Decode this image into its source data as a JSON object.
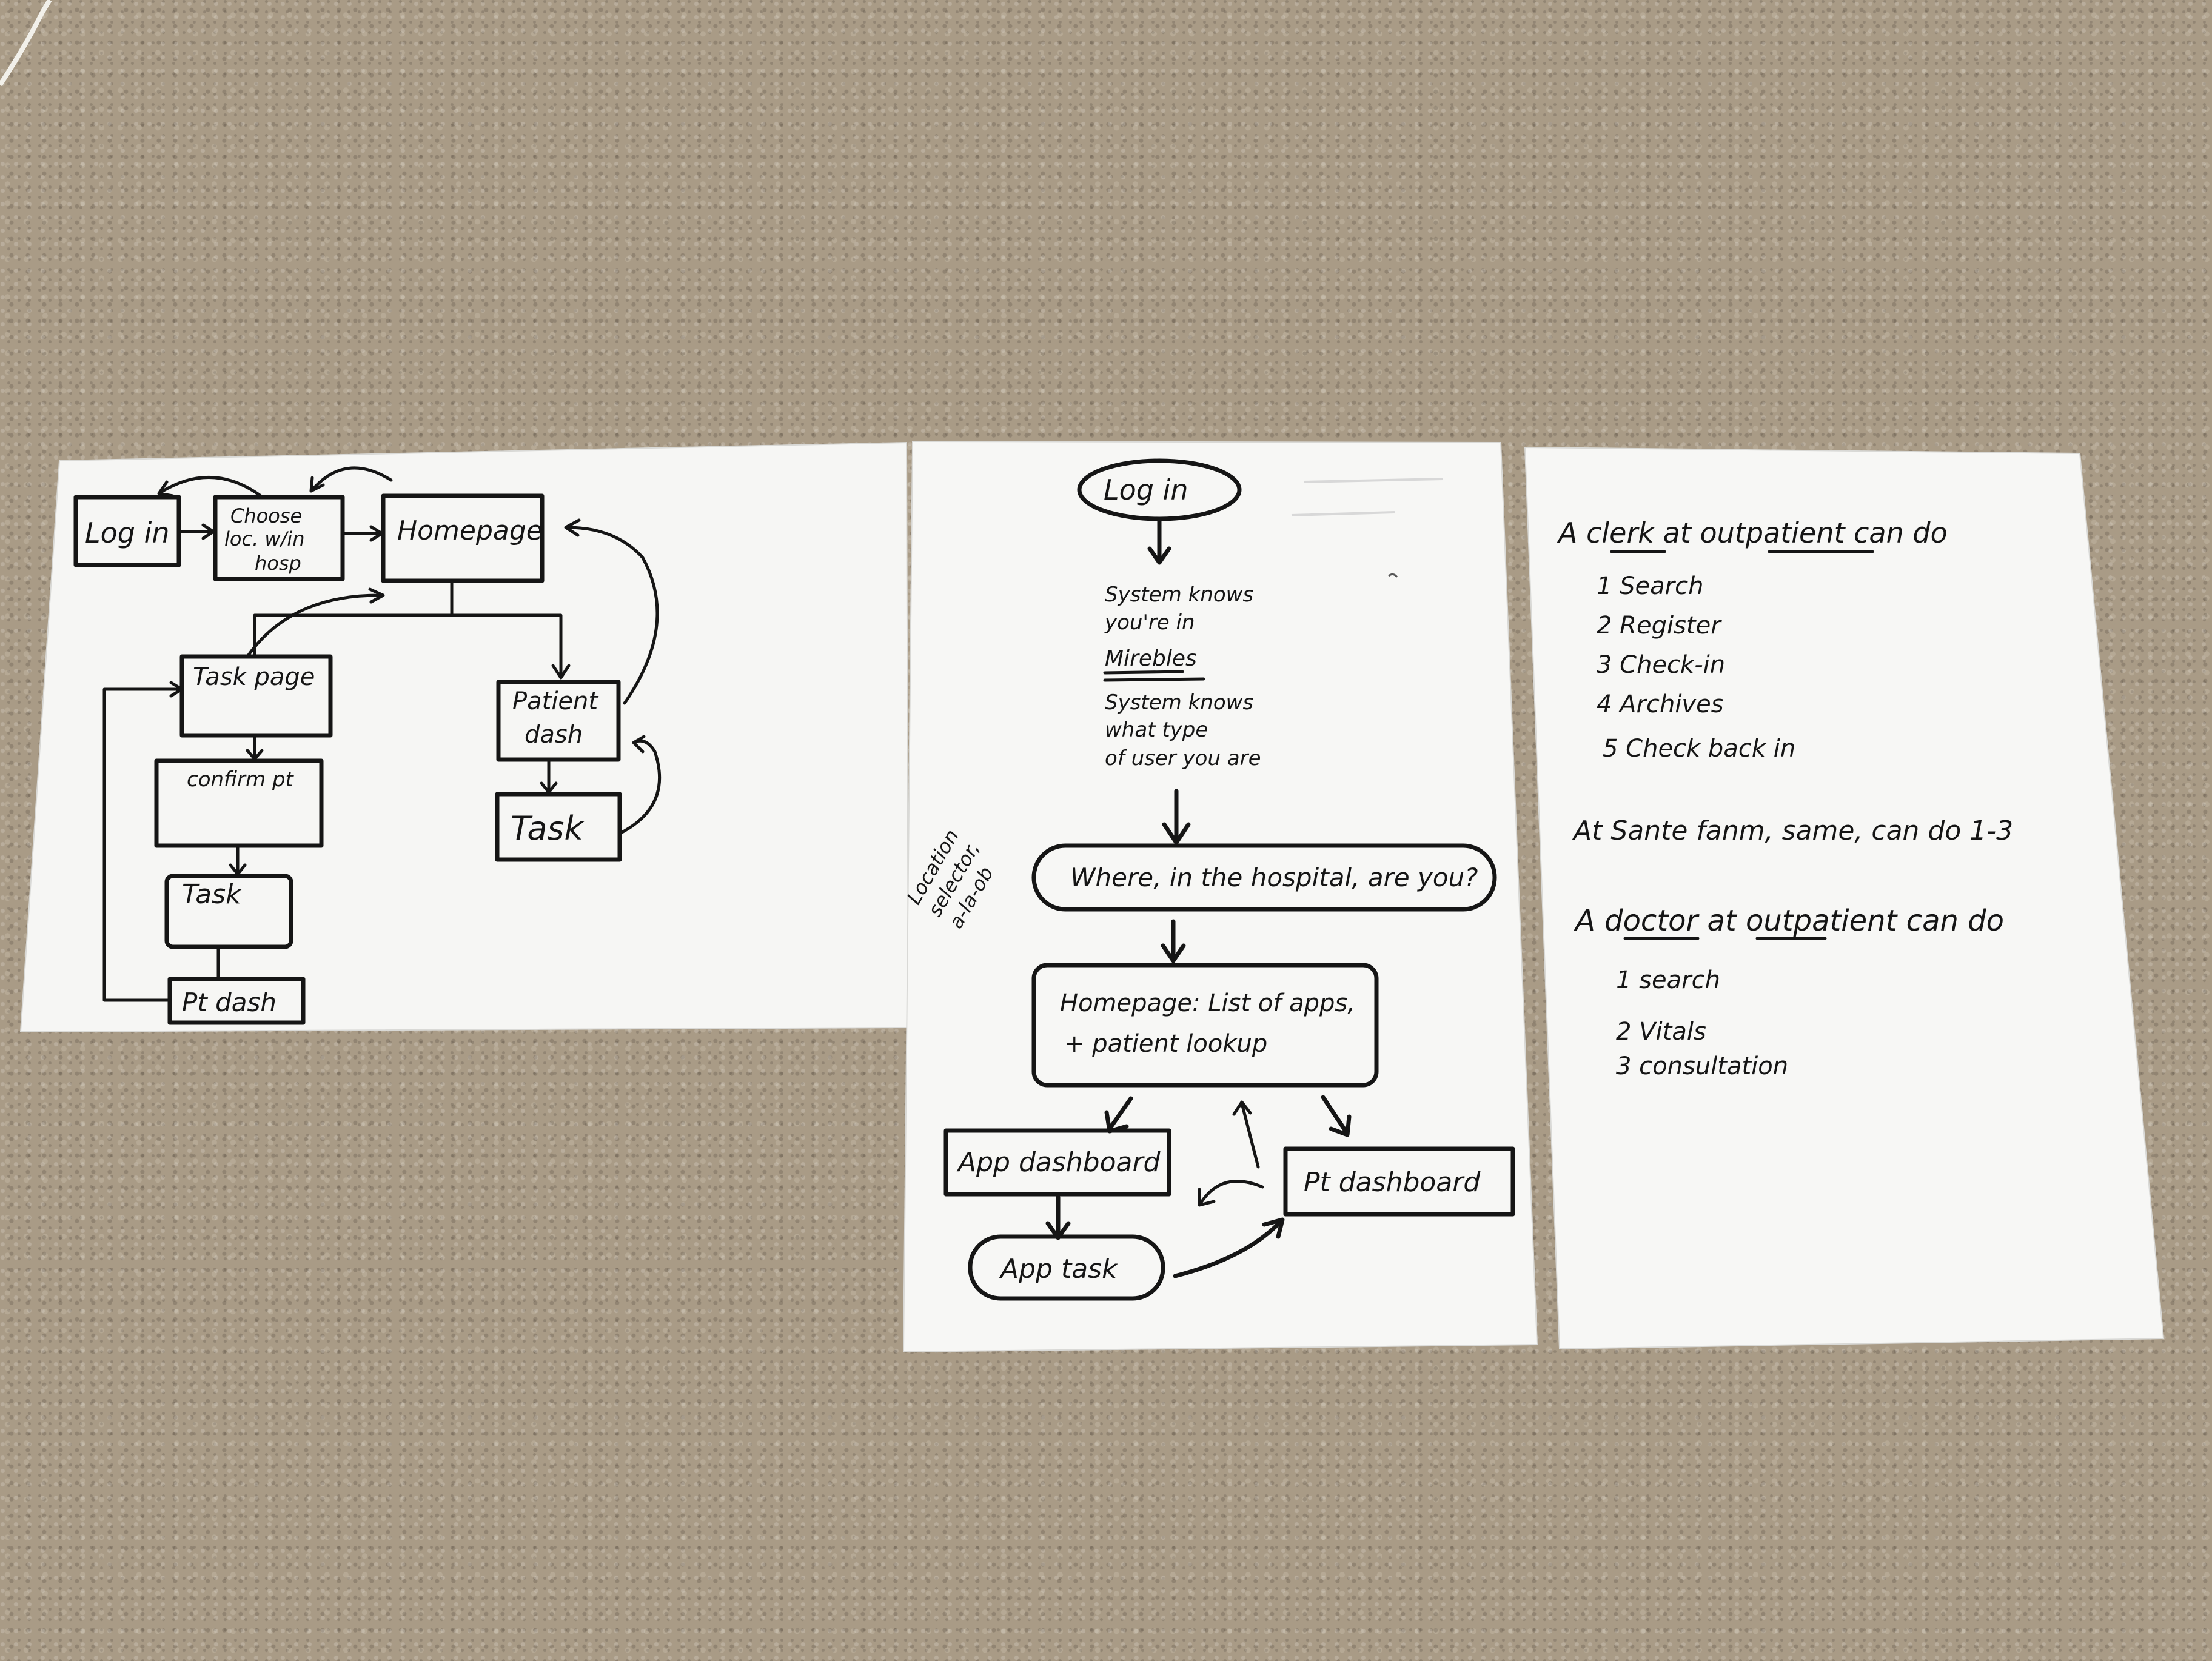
{
  "card_left": {
    "login": "Log in",
    "choose_line1": "Choose",
    "choose_line2": "loc. w/in",
    "choose_line3": "hosp",
    "homepage": "Homepage",
    "task_page": "Task page",
    "confirm_pt": "confirm pt",
    "task_a": "Task",
    "pt_dash": "Pt dash",
    "patient_dash_line1": "Patient",
    "patient_dash_line2": "dash",
    "task_b": "Task"
  },
  "card_middle": {
    "login": "Log in",
    "system_knows_line1": "System knows",
    "system_knows_line2": "you're in",
    "system_knows_line3": "Mirebles",
    "system_type_line1": "System knows",
    "system_type_line2": "what type",
    "system_type_line3": "of user you are",
    "location_note_line1": "Location",
    "location_note_line2": "selector,",
    "location_note_line3": "a-la-ob",
    "where_question": "Where, in the hospital, are you?",
    "homepage_line1": "Homepage: List of apps,",
    "homepage_line2": "+ patient lookup",
    "app_dashboard": "App dashboard",
    "pt_dashboard": "Pt dashboard",
    "app_task": "App task"
  },
  "card_right": {
    "clerk_heading": "A clerk at outpatient can do",
    "clerk_items": [
      "1 Search",
      "2 Register",
      "3 Check-in",
      "4 Archives",
      "5 Check back in"
    ],
    "sante_line": "At Sante fanm, same, can do 1-3",
    "doctor_heading": "A doctor at outpatient can do",
    "doctor_items": [
      "1 search",
      "2 Vitals",
      "3 consultation"
    ]
  }
}
